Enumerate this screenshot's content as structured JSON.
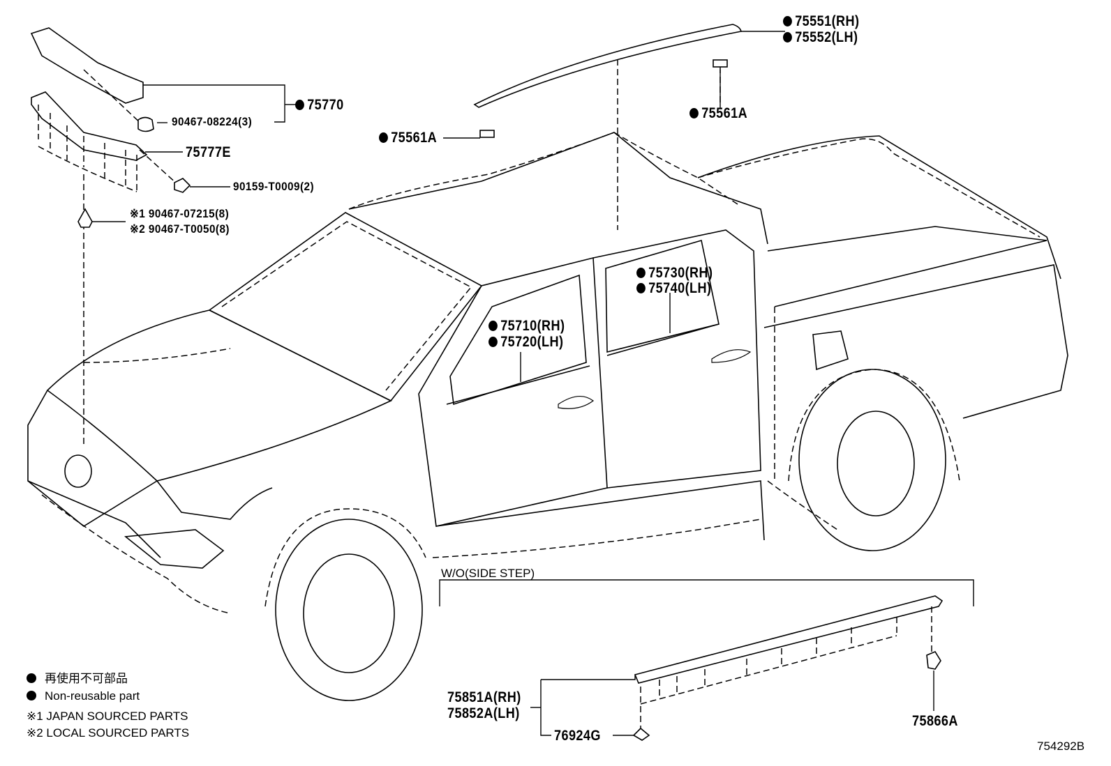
{
  "diagram": {
    "id_code": "754292B",
    "section_heading": "W/O(SIDE STEP)",
    "callouts": {
      "p75551": "75551(RH)",
      "p75552": "75552(LH)",
      "p75561a_right": "75561A",
      "p75561a_left": "75561A",
      "p75770": "75770",
      "p90467_08224": "90467-08224(3)",
      "p75777e": "75777E",
      "p90159": "90159-T0009(2)",
      "p90467_07215": "※1 90467-07215(8)",
      "p90467_t0050": "※2 90467-T0050(8)",
      "p75730": "75730(RH)",
      "p75740": "75740(LH)",
      "p75710": "75710(RH)",
      "p75720": "75720(LH)",
      "p75851a": "75851A(RH)",
      "p75852a": "75852A(LH)",
      "p76924g": "76924G",
      "p75866a": "75866A"
    },
    "legend": {
      "non_reusable_jp": "再使用不可部品",
      "non_reusable_en": "Non-reusable part",
      "japan_sourced": "※1 JAPAN SOURCED PARTS",
      "local_sourced": "※2 LOCAL SOURCED PARTS"
    }
  }
}
